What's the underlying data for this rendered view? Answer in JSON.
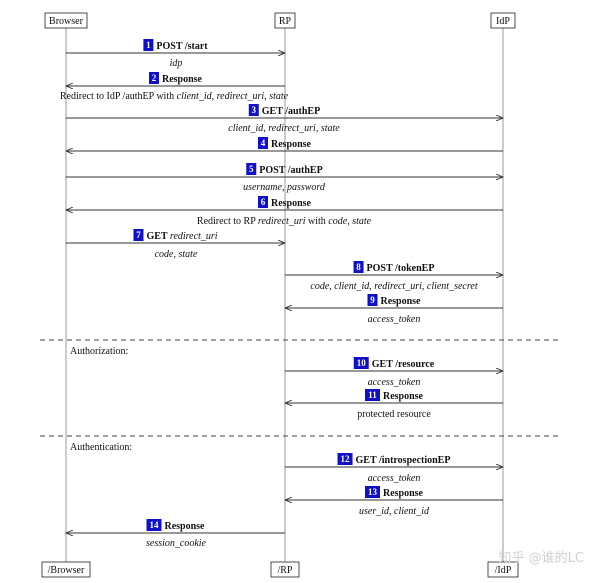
{
  "participants": {
    "browser": "Browser",
    "rp": "RP",
    "idp": "IdP",
    "browser_end": "/Browser",
    "rp_end": "/RP",
    "idp_end": "/IdP"
  },
  "messages": [
    {
      "num": "1",
      "title": [
        {
          "t": "POST /start",
          "b": true
        }
      ],
      "sub": [
        {
          "t": "idp",
          "i": true
        }
      ]
    },
    {
      "num": "2",
      "title": [
        {
          "t": "Response",
          "b": true
        }
      ],
      "sub": [
        {
          "t": "Redirect to IdP /authEP with "
        },
        {
          "t": "client_id",
          "i": true
        },
        {
          "t": ", "
        },
        {
          "t": "redirect_uri",
          "i": true
        },
        {
          "t": ", "
        },
        {
          "t": "state",
          "i": true
        }
      ]
    },
    {
      "num": "3",
      "title": [
        {
          "t": "GET /authEP",
          "b": true
        }
      ],
      "sub": [
        {
          "t": "client_id",
          "i": true
        },
        {
          "t": ", "
        },
        {
          "t": "redirect_uri",
          "i": true
        },
        {
          "t": ", "
        },
        {
          "t": "state",
          "i": true
        }
      ]
    },
    {
      "num": "4",
      "title": [
        {
          "t": "Response",
          "b": true
        }
      ],
      "sub": []
    },
    {
      "num": "5",
      "title": [
        {
          "t": "POST /authEP",
          "b": true
        }
      ],
      "sub": [
        {
          "t": "username",
          "i": true
        },
        {
          "t": ", "
        },
        {
          "t": "password",
          "i": true
        }
      ]
    },
    {
      "num": "6",
      "title": [
        {
          "t": "Response",
          "b": true
        }
      ],
      "sub": [
        {
          "t": "Redirect to RP "
        },
        {
          "t": "redirect_uri",
          "i": true
        },
        {
          "t": " with "
        },
        {
          "t": "code",
          "i": true
        },
        {
          "t": ", "
        },
        {
          "t": "state",
          "i": true
        }
      ]
    },
    {
      "num": "7",
      "title": [
        {
          "t": "GET ",
          "b": true
        },
        {
          "t": "redirect_uri",
          "i": true
        }
      ],
      "sub": [
        {
          "t": "code",
          "i": true
        },
        {
          "t": ", "
        },
        {
          "t": "state",
          "i": true
        }
      ]
    },
    {
      "num": "8",
      "title": [
        {
          "t": "POST /tokenEP",
          "b": true
        }
      ],
      "sub": [
        {
          "t": "code",
          "i": true
        },
        {
          "t": ", "
        },
        {
          "t": "client_id",
          "i": true
        },
        {
          "t": ", "
        },
        {
          "t": "redirect_uri",
          "i": true
        },
        {
          "t": ", "
        },
        {
          "t": "client_secret",
          "i": true
        }
      ]
    },
    {
      "num": "9",
      "title": [
        {
          "t": "Response",
          "b": true
        }
      ],
      "sub": [
        {
          "t": "access_token",
          "i": true
        }
      ]
    },
    {
      "num": "10",
      "title": [
        {
          "t": "GET /resource",
          "b": true
        }
      ],
      "sub": [
        {
          "t": "access_token",
          "i": true
        }
      ]
    },
    {
      "num": "11",
      "title": [
        {
          "t": "Response",
          "b": true
        }
      ],
      "sub": [
        {
          "t": "protected resource"
        }
      ]
    },
    {
      "num": "12",
      "title": [
        {
          "t": "GET /introspectionEP",
          "b": true
        }
      ],
      "sub": [
        {
          "t": "access_token",
          "i": true
        }
      ]
    },
    {
      "num": "13",
      "title": [
        {
          "t": "Response",
          "b": true
        }
      ],
      "sub": [
        {
          "t": "user_id",
          "i": true
        },
        {
          "t": ", "
        },
        {
          "t": "client_id",
          "i": true
        }
      ]
    },
    {
      "num": "14",
      "title": [
        {
          "t": "Response",
          "b": true
        }
      ],
      "sub": [
        {
          "t": "session_cookie",
          "i": true
        }
      ]
    }
  ],
  "sections": {
    "authorization": "Authorization:",
    "authentication": "Authentication:"
  },
  "watermark": "知乎 @谁的LC",
  "colors": {
    "number_box": "#1010c8",
    "line": "#333333"
  }
}
